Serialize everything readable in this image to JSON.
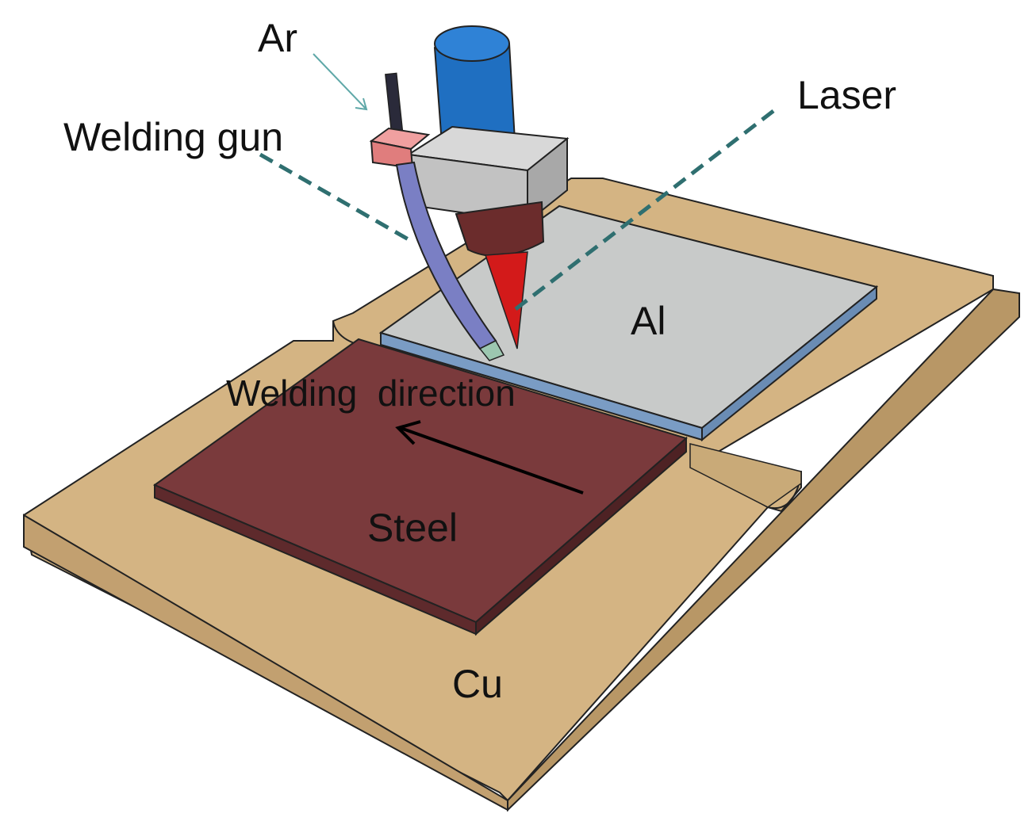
{
  "labels": {
    "ar": "Ar",
    "laser": "Laser",
    "welding_gun": "Welding gun",
    "al": "Al",
    "welding_direction": "Welding  direction",
    "steel": "Steel",
    "cu": "Cu"
  },
  "colors": {
    "cu_top": "#d4b483",
    "cu_side": "#c2a070",
    "steel_top": "#7a3a3c",
    "steel_side": "#5e2a2c",
    "al_top": "#c8cac9",
    "al_side": "#7a9cc4",
    "laser_head": "#1f6fc1",
    "housing": "#c2c2c2",
    "nozzle": "#6b2c2c",
    "beam": "#d31a1a",
    "gun_hose": "#7a7fc4",
    "gas_block": "#e07d7d",
    "leader_dash": "#2f6f70"
  }
}
